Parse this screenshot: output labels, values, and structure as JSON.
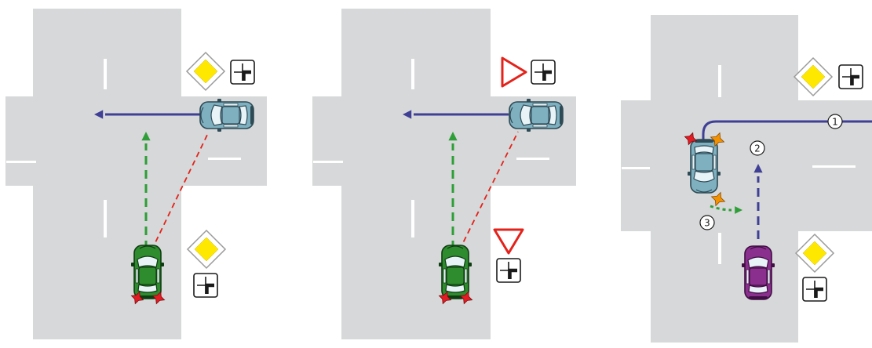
{
  "colors": {
    "road": "#d7d8d9",
    "lane_marking": "#ffffff",
    "primary_route": "#3f3f96",
    "secondary_route": "#2e9e38",
    "sight_line": "#e3231b",
    "sign_fill": "#ffe800",
    "yield_border": "#e3231b",
    "car_green": "#2e8b2e",
    "car_blue": "#7fb0c0",
    "car_purple": "#8b2f8f",
    "impact_red": "#e31b23",
    "impact_orange": "#f39200"
  },
  "icons": [
    "priority-road-sign-icon",
    "yield-sign-icon",
    "intersection-layout-plate-icon",
    "impact-point-icon",
    "car-icon"
  ],
  "scenes": [
    {
      "id": "scene-1",
      "signs": [
        "priority-road",
        "priority-road"
      ],
      "sight_line": true
    },
    {
      "id": "scene-2",
      "signs": [
        "yield",
        "yield"
      ],
      "sight_line": true
    },
    {
      "id": "scene-3",
      "signs": [
        "priority-road",
        "priority-road"
      ],
      "sight_line": false,
      "route_labels": [
        "1",
        "2",
        "3"
      ]
    }
  ]
}
